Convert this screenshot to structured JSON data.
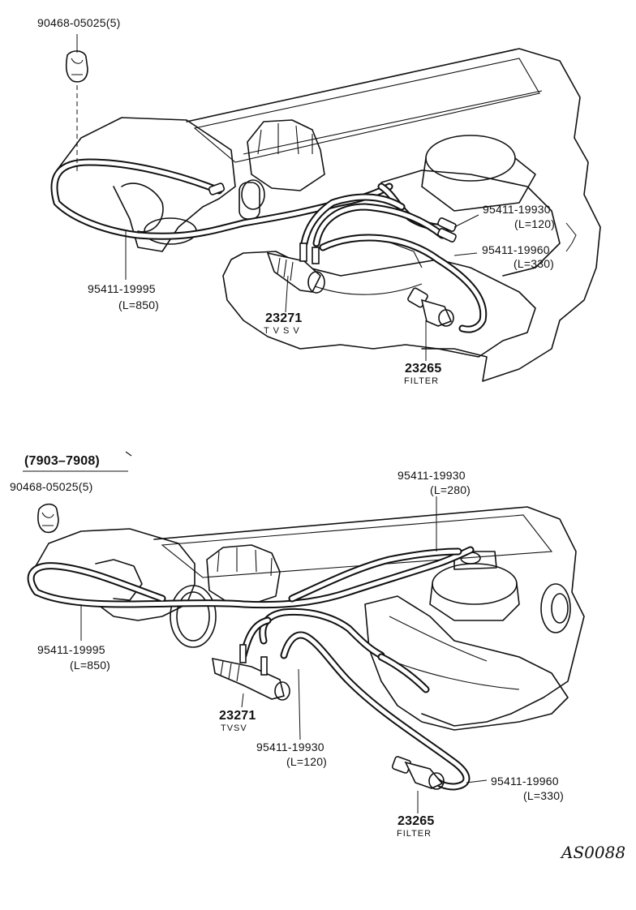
{
  "top": {
    "clamp_part": "90468-05025(5)",
    "hose_main_part": "95411-19995",
    "hose_main_length": "(L=850)",
    "hose_a_part": "95411-19930",
    "hose_a_length": "(L=120)",
    "hose_b_part": "95411-19960",
    "hose_b_length": "(L=330)",
    "tvsv_part": "23271",
    "tvsv_name": "T V S V",
    "filter_part": "23265",
    "filter_name": "FILTER"
  },
  "bottom": {
    "date_range": "(7903–7908)",
    "clamp_part": "90468-05025(5)",
    "hose_top_part": "95411-19930",
    "hose_top_length": "(L=280)",
    "hose_main_part": "95411-19995",
    "hose_main_length": "(L=850)",
    "tvsv_part": "23271",
    "tvsv_name": "TVSV",
    "hose_short_part": "95411-19930",
    "hose_short_length": "(L=120)",
    "hose_long_part": "95411-19960",
    "hose_long_length": "(L=330)",
    "filter_part": "23265",
    "filter_name": "FILTER"
  },
  "figure_code": "AS0088"
}
